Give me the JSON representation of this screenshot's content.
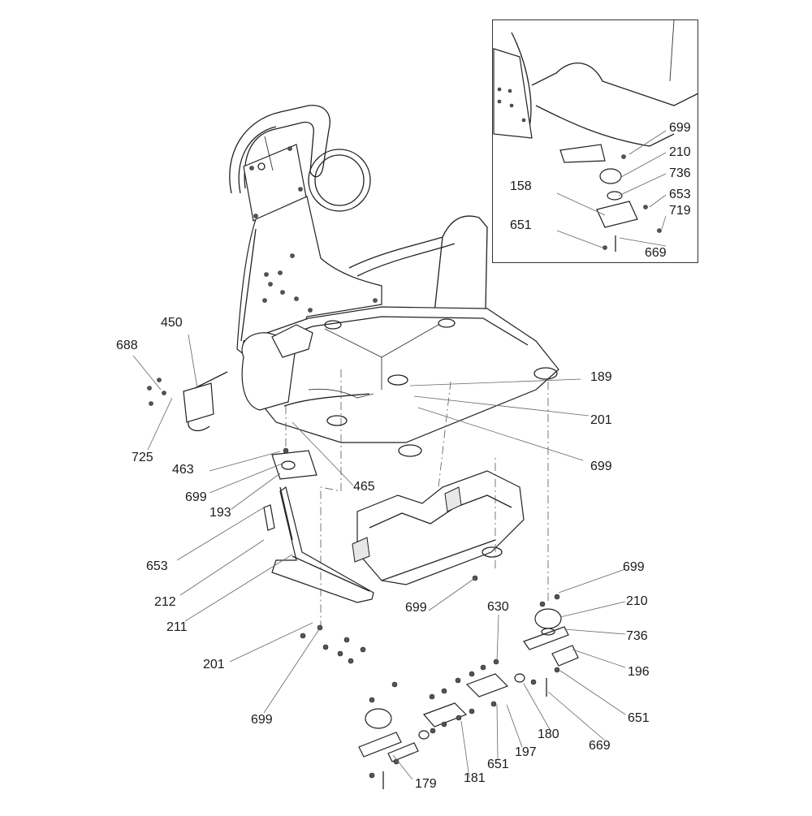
{
  "diagram": {
    "title": "",
    "inset_labels": [
      {
        "id": "inset-699",
        "text": "699"
      },
      {
        "id": "inset-210",
        "text": "210"
      },
      {
        "id": "inset-736",
        "text": "736"
      },
      {
        "id": "inset-158",
        "text": "158"
      },
      {
        "id": "inset-653",
        "text": "653"
      },
      {
        "id": "inset-719",
        "text": "719"
      },
      {
        "id": "inset-651",
        "text": "651"
      },
      {
        "id": "inset-669",
        "text": "669"
      }
    ],
    "labels": [
      {
        "id": "450",
        "text": "450"
      },
      {
        "id": "688",
        "text": "688"
      },
      {
        "id": "725",
        "text": "725"
      },
      {
        "id": "463",
        "text": "463"
      },
      {
        "id": "699-a",
        "text": "699"
      },
      {
        "id": "193",
        "text": "193"
      },
      {
        "id": "465",
        "text": "465"
      },
      {
        "id": "189",
        "text": "189"
      },
      {
        "id": "201-a",
        "text": "201"
      },
      {
        "id": "699-b",
        "text": "699"
      },
      {
        "id": "653",
        "text": "653"
      },
      {
        "id": "212",
        "text": "212"
      },
      {
        "id": "211",
        "text": "211"
      },
      {
        "id": "201-b",
        "text": "201"
      },
      {
        "id": "699-c",
        "text": "699"
      },
      {
        "id": "699-d",
        "text": "699"
      },
      {
        "id": "699-e",
        "text": "699"
      },
      {
        "id": "210",
        "text": "210"
      },
      {
        "id": "736",
        "text": "736"
      },
      {
        "id": "196",
        "text": "196"
      },
      {
        "id": "651-a",
        "text": "651"
      },
      {
        "id": "630",
        "text": "630"
      },
      {
        "id": "180",
        "text": "180"
      },
      {
        "id": "669",
        "text": "669"
      },
      {
        "id": "197",
        "text": "197"
      },
      {
        "id": "651-b",
        "text": "651"
      },
      {
        "id": "181",
        "text": "181"
      },
      {
        "id": "179",
        "text": "179"
      }
    ]
  }
}
